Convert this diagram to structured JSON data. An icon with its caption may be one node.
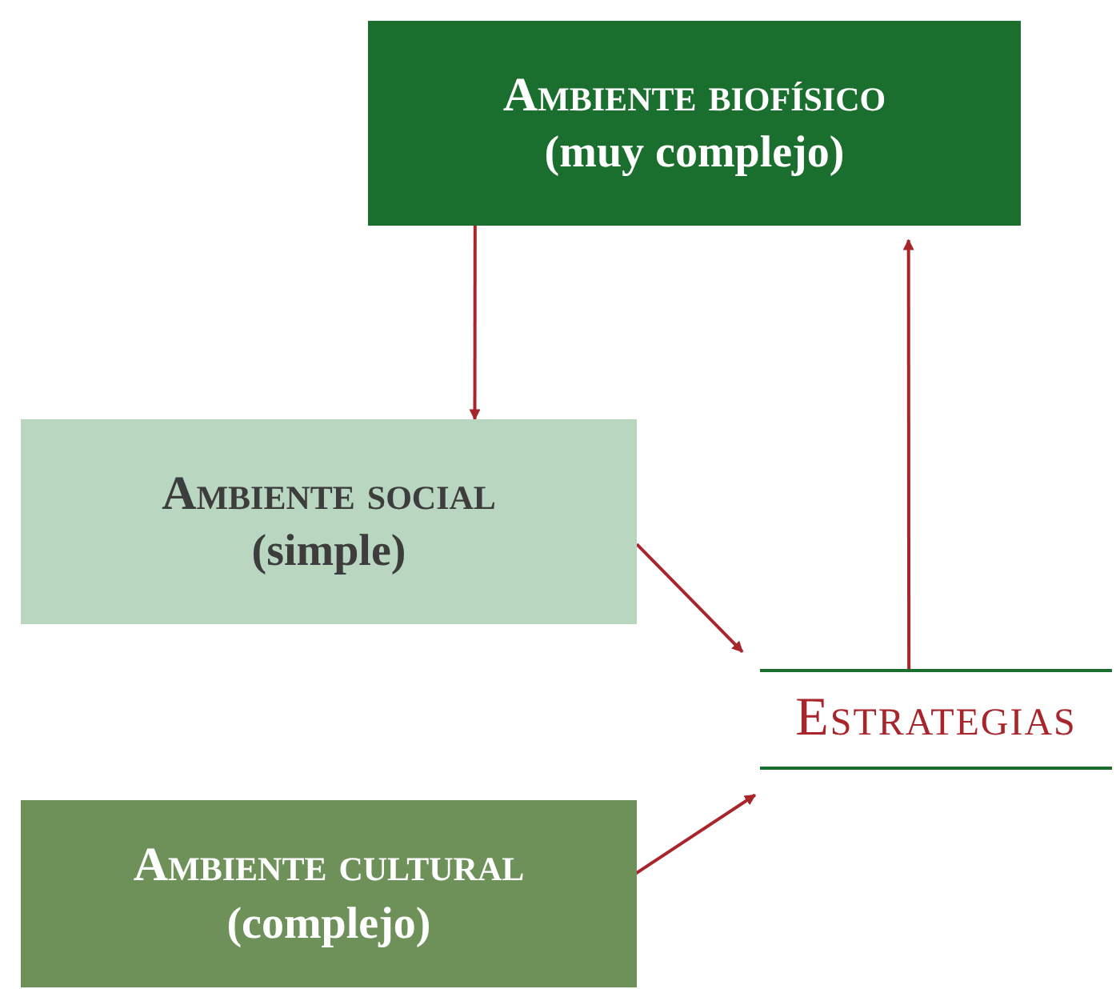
{
  "diagram": {
    "nodes": [
      {
        "text": [
          "Ambiente biofísico",
          "(muy complejo)"
        ]
      },
      {
        "text": [
          "Ambiente social",
          "(simple)"
        ]
      },
      {
        "text": [
          "Ambiente cultural",
          "(complejo)"
        ]
      },
      {
        "text": [
          "Estrategias"
        ]
      }
    ],
    "edges": [
      {
        "from": 0,
        "to": 1,
        "arrow": "to"
      },
      {
        "from": 1,
        "to": 3,
        "arrow": "to"
      },
      {
        "from": 2,
        "to": 3,
        "arrow": "to"
      },
      {
        "from": 3,
        "to": 0,
        "arrow": "to"
      }
    ]
  }
}
